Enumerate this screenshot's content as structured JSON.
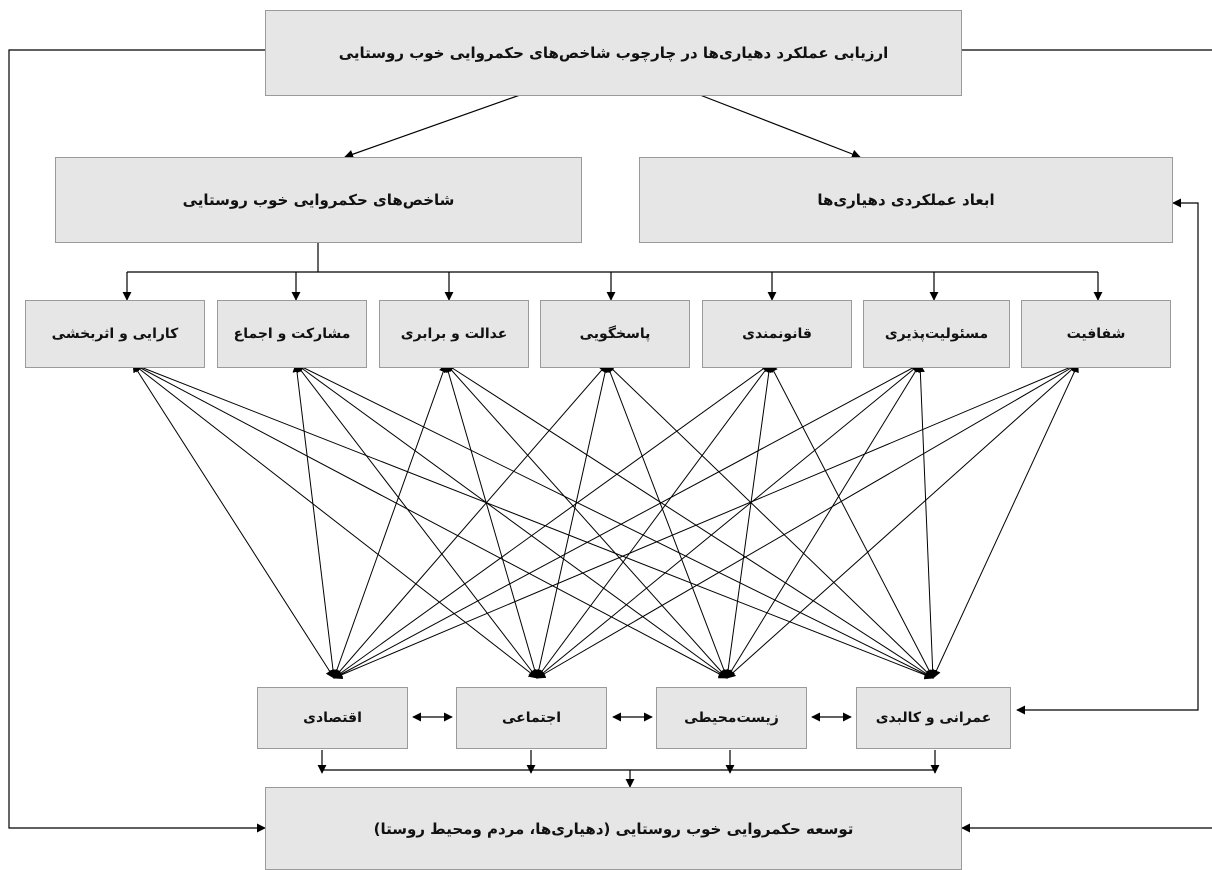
{
  "diagram": {
    "top_title": "ارزیابی عملکرد دهیاری‌ها در چارچوب شاخص‌های حکمروایی خوب روستایی",
    "left_header": "شاخص‌های حکمروایی خوب روستایی",
    "right_header": "ابعاد عملکردی دهیاری‌ها",
    "indicators": [
      "کارایی و اثربخشی",
      "مشارکت و اجماع",
      "عدالت و برابری",
      "پاسخگویی",
      "قانونمندی",
      "مسئولیت‌پذیری",
      "شفافیت"
    ],
    "dimensions": [
      "اقتصادی",
      "اجتماعی",
      "زیست‌محیطی",
      "عمرانی و کالبدی"
    ],
    "bottom_title": "توسعه حکمروایی خوب روستایی (دهیاری‌ها، مردم ومحیط روستا)"
  }
}
